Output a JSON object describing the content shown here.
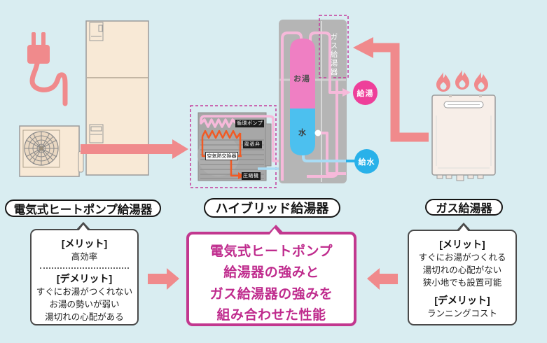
{
  "colors": {
    "background": "#d9edf1",
    "accent_salmon": "#f08a8c",
    "magenta_text": "#bf2b8d",
    "magenta_border": "#c2388f",
    "tank_hot_pink": "#ef7fc3",
    "tank_cold_blue": "#4cc0ef",
    "hot_outlet_pink": "#ee3f9a",
    "water_inlet_blue": "#29b1e9",
    "panel_gray": "#b5b5b5",
    "unit_beige": "#f8e9d6",
    "pipe_pink": "#f6b9da",
    "cycle_orange": "#f15a24"
  },
  "diagram": {
    "hybrid_panel": {
      "gas_strip_label": "ガス給湯器",
      "tank_hot_label": "お湯",
      "tank_cold_label": "水",
      "hot_outlet_label": "給湯",
      "water_inlet_label": "給水"
    },
    "heat_pump_cycle": {
      "circulation_pump": "循環ポンプ",
      "expansion_valve": "膨張弁",
      "air_heat_exchanger": "空気熱交換器",
      "compressor": "圧縮機"
    }
  },
  "columns": {
    "left": {
      "title": "電気式ヒートポンプ給湯器",
      "merit_label": "[メリット]",
      "merits": [
        "高効率"
      ],
      "demerit_label": "[デメリット]",
      "demerits": [
        "すぐにお湯がつくれない",
        "お湯の勢いが弱い",
        "湯切れの心配がある"
      ]
    },
    "center": {
      "title": "ハイブリッド給湯器",
      "summary_lines": [
        "電気式ヒートポンプ",
        "給湯器の強みと",
        "ガス給湯器の強みを",
        "組み合わせた性能"
      ]
    },
    "right": {
      "title": "ガス給湯器",
      "merit_label": "[メリット]",
      "merits": [
        "すぐにお湯がつくれる",
        "湯切れの心配がない",
        "狭小地でも設置可能"
      ],
      "demerit_label": "[デメリット]",
      "demerits": [
        "ランニングコスト"
      ]
    }
  }
}
